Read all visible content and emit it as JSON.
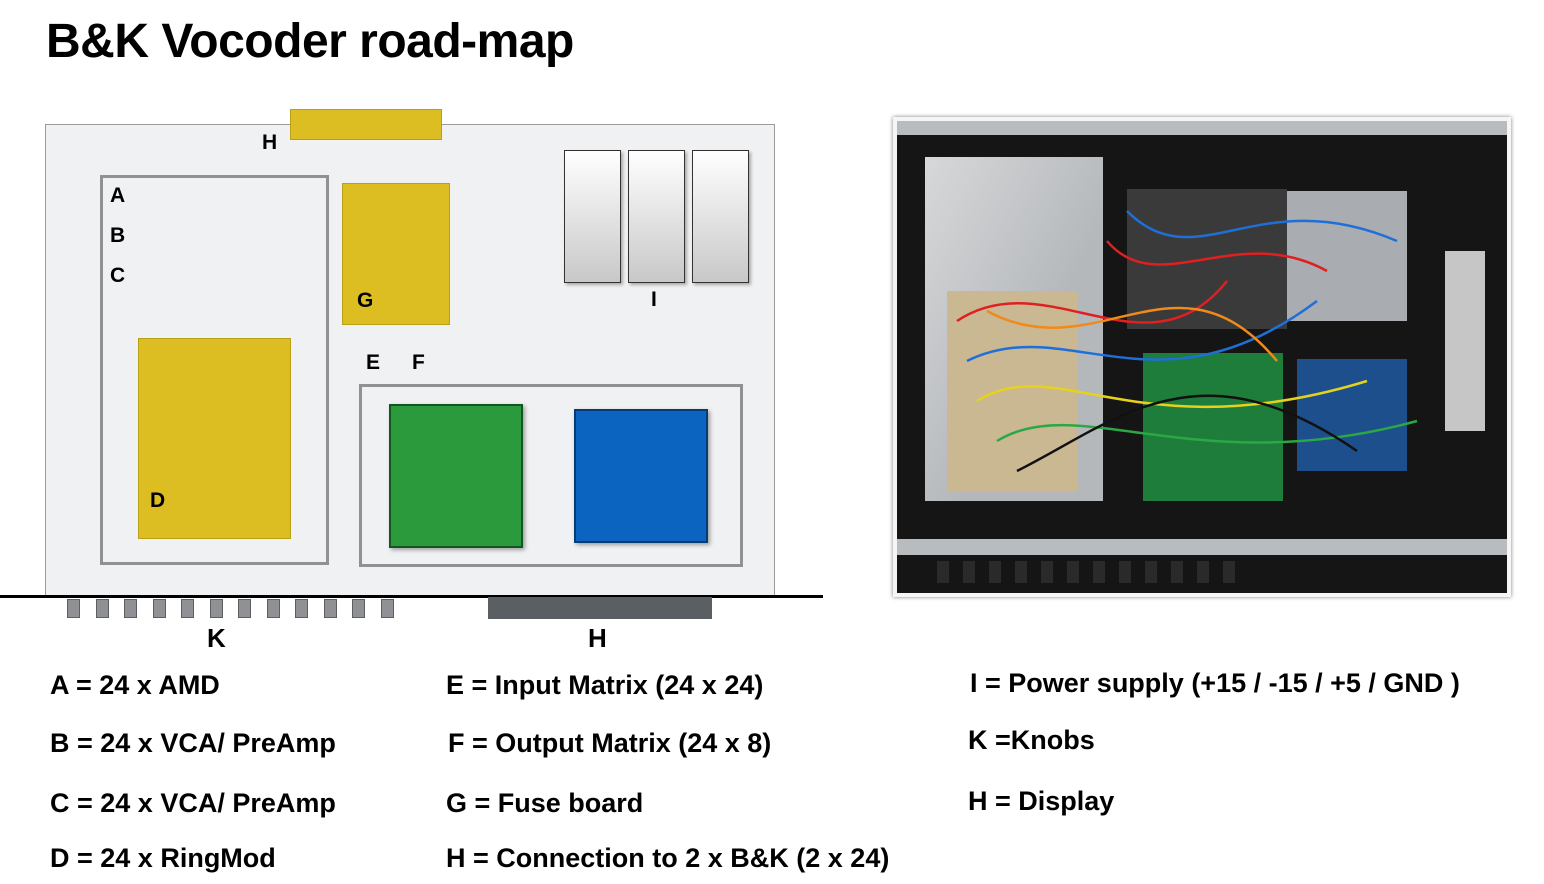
{
  "title": "B&K Vocoder road-map",
  "diagram": {
    "labels": {
      "display_top": "H",
      "amd": "A",
      "vca1": "B",
      "vca2": "C",
      "ringmod": "D",
      "fuse": "G",
      "power": "I",
      "input_matrix": "E",
      "output_matrix": "F",
      "knobs": "K",
      "connection": "H"
    },
    "colors": {
      "board": "#f0f1f3",
      "yellow_block": "#dcbe22",
      "green_block": "#2b9a3d",
      "blue_block": "#0a64c0",
      "outline": "#8f9194",
      "connector": "#5b5e63"
    },
    "knob_count": 12
  },
  "legend": {
    "col1": [
      "A = 24 x AMD",
      "B = 24 x VCA/ PreAmp",
      "C = 24 x VCA/ PreAmp",
      "D = 24 x RingMod"
    ],
    "col2": [
      "E = Input Matrix (24 x 24)",
      "F = Output Matrix (24 x 8)",
      "G = Fuse board",
      "H = Connection to 2 x B&K (2 x 24)"
    ],
    "col3": [
      "I = Power supply (+15 / -15 / +5 / GND )",
      "K =Knobs",
      "H = Display"
    ]
  }
}
